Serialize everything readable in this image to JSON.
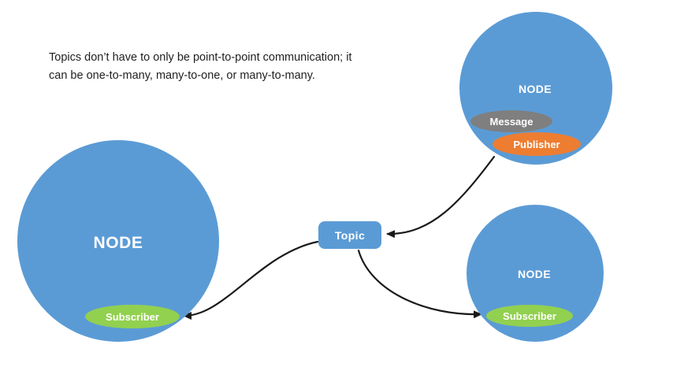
{
  "description": {
    "line1": "Topics don’t have to only be point-to-point communication; it",
    "line2": "can be one-to-many, many-to-one, or many-to-many."
  },
  "nodes": {
    "left": {
      "label": "NODE",
      "subscriber_label": "Subscriber"
    },
    "top_right": {
      "label": "NODE",
      "message_label": "Message",
      "publisher_label": "Publisher"
    },
    "bottom_right": {
      "label": "NODE",
      "subscriber_label": "Subscriber"
    }
  },
  "topic": {
    "label": "Topic"
  },
  "colors": {
    "node_blue": "#5b9bd5",
    "subscriber_green": "#92d050",
    "publisher_orange": "#ed7d31",
    "message_gray": "#7f7f7f",
    "arrow_black": "#1a1a1a",
    "background": "#ffffff"
  }
}
